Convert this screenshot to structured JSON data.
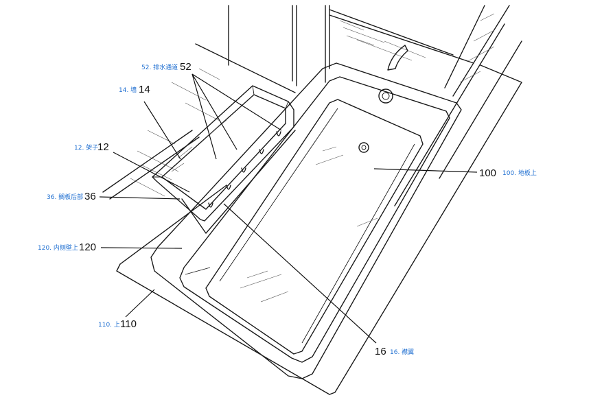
{
  "callouts": [
    {
      "id": "drain-channels",
      "number": "52",
      "caption": "52. 排水通道"
    },
    {
      "id": "wall",
      "number": "14",
      "caption": "14. 墙"
    },
    {
      "id": "shelf",
      "number": "12",
      "caption": "12. 架子"
    },
    {
      "id": "shelf-back",
      "number": "36",
      "caption": "36. 搁板后部"
    },
    {
      "id": "inner-side-wall",
      "number": "120",
      "caption": "120. 内侧壁上"
    },
    {
      "id": "top",
      "number": "110",
      "caption": "110. 上"
    },
    {
      "id": "floor",
      "number": "100",
      "caption": "100. 地板上"
    },
    {
      "id": "flange",
      "number": "16",
      "caption": "16. 襟翼"
    }
  ],
  "colors": {
    "caption": "#1f6fd1",
    "line": "#1a1a1a"
  }
}
